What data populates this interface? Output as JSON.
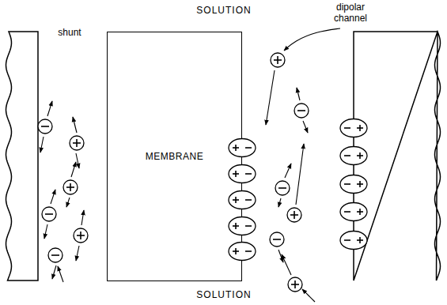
{
  "diagram": {
    "nodes": [
      {
        "text": [
          "MEMBRANE"
        ]
      }
    ],
    "labels": [
      "SOLUTION",
      "shunt",
      "dipolar channel",
      "SOLUTION"
    ]
  }
}
